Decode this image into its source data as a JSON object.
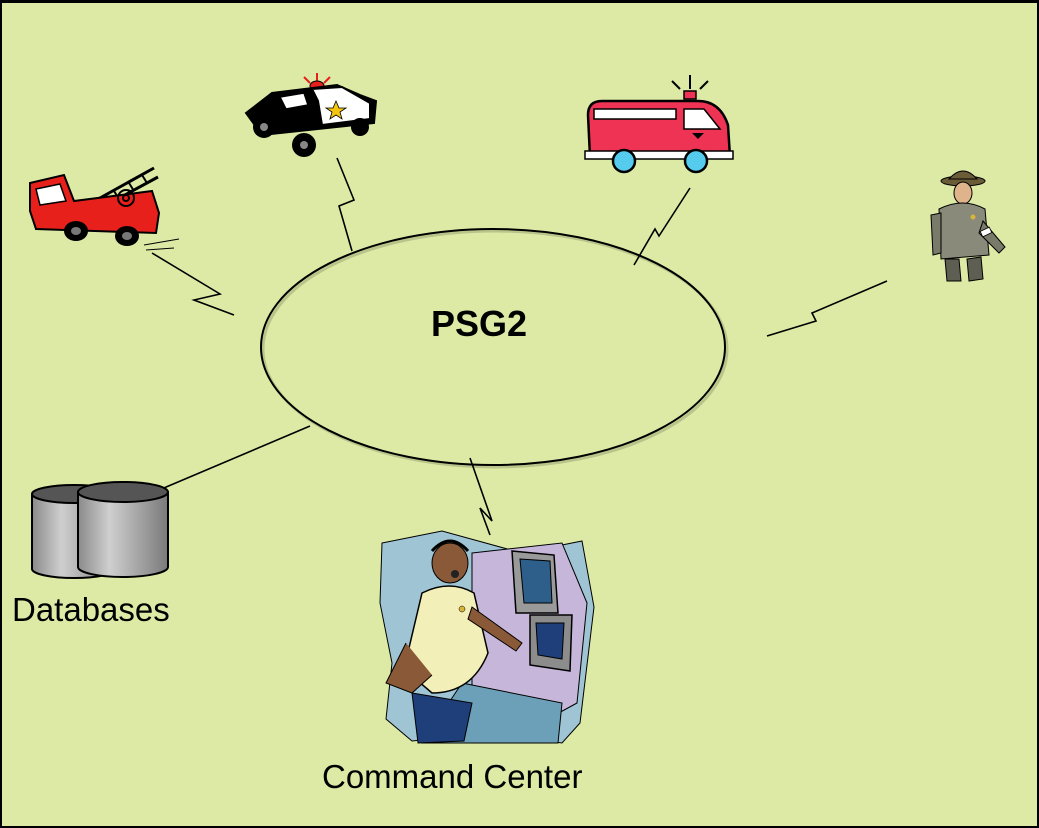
{
  "diagram": {
    "hub": {
      "label": "PSG2"
    },
    "nodes": {
      "fire_truck": {
        "icon": "fire-truck-icon"
      },
      "police_car": {
        "icon": "police-car-icon"
      },
      "ambulance": {
        "icon": "ambulance-icon"
      },
      "officer": {
        "icon": "police-officer-icon"
      },
      "databases": {
        "label": "Databases",
        "icon": "database-cylinders-icon"
      },
      "command_center": {
        "label": "Command Center",
        "icon": "dispatcher-icon"
      }
    },
    "links": {
      "wireless": [
        "fire_truck",
        "police_car",
        "ambulance",
        "officer",
        "command_center"
      ],
      "wired": [
        "databases"
      ]
    },
    "colors": {
      "background": "#ddeaa6",
      "border": "#000000",
      "fire_truck": "#e8201c",
      "ambulance": "#ee3355",
      "database": "#a9a9a9"
    }
  }
}
